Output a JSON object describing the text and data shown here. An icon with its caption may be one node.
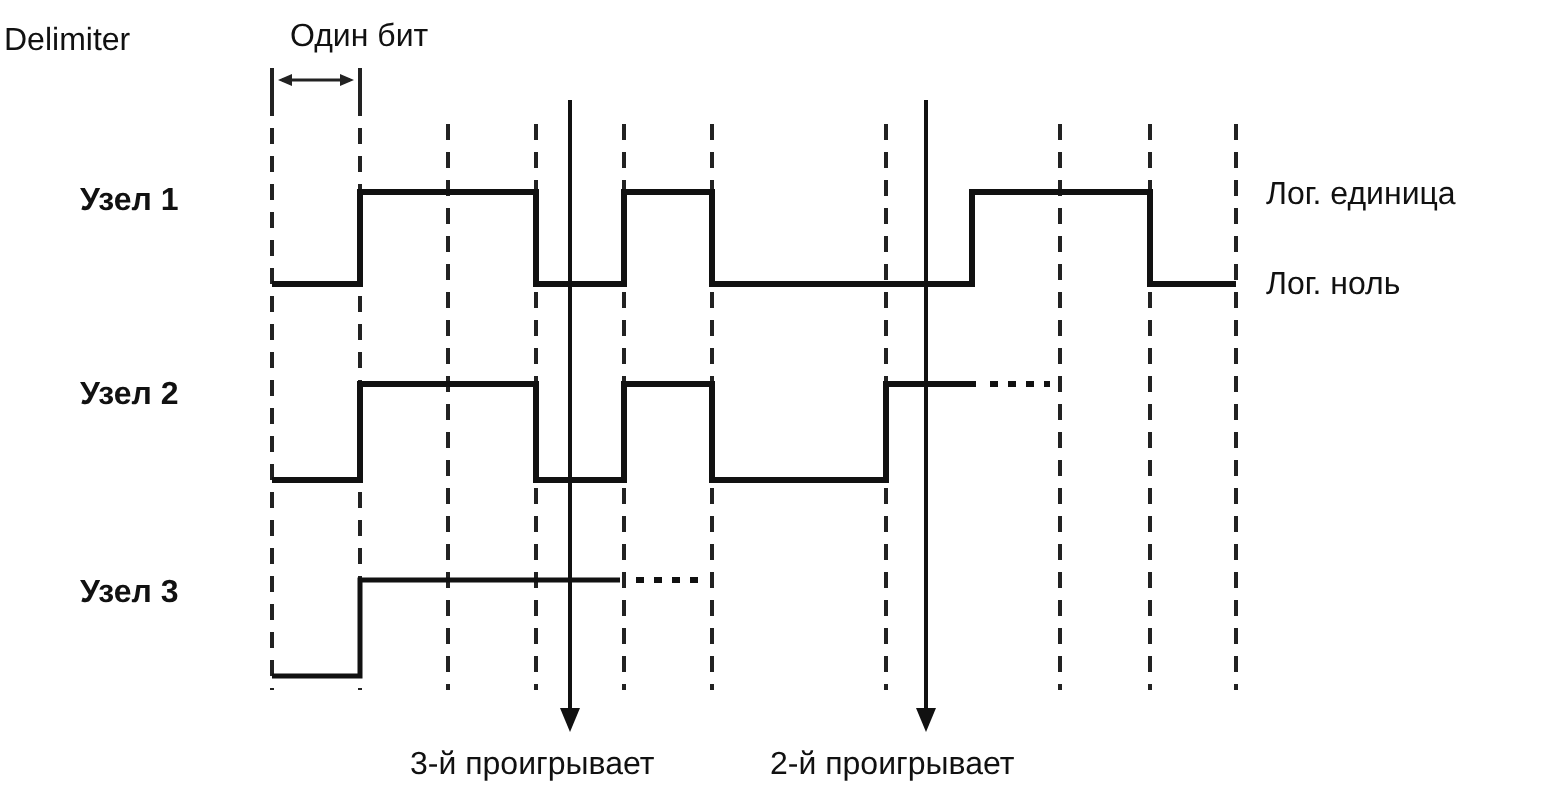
{
  "diagram": {
    "labels": [
      "Delimiter",
      "Один бит",
      "Узел 1",
      "Лог. единица",
      "Лог. ноль",
      "Узел 2",
      "Узел 3",
      "3-й проигрывает",
      "2-й проигрывает"
    ]
  }
}
